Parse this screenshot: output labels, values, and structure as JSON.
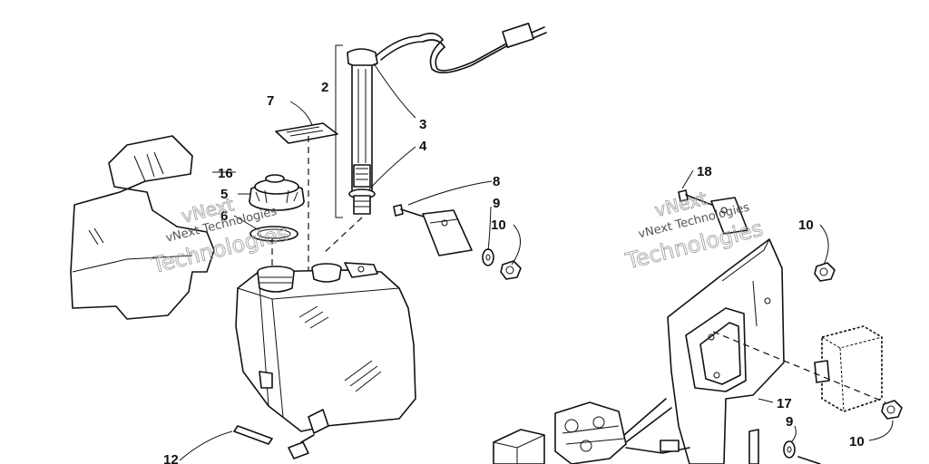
{
  "callouts": {
    "c2": "2",
    "c3": "3",
    "c4": "4",
    "c5": "5",
    "c6": "6",
    "c7": "7",
    "c8": "8",
    "c9a": "9",
    "c9b": "9",
    "c10a": "10",
    "c10b": "10",
    "c10c": "10",
    "c12": "12",
    "c16": "16",
    "c17": "17",
    "c18": "18"
  },
  "watermark": {
    "line1": "vNext",
    "line2": "vNext Technologies",
    "line3": "Technologies"
  }
}
